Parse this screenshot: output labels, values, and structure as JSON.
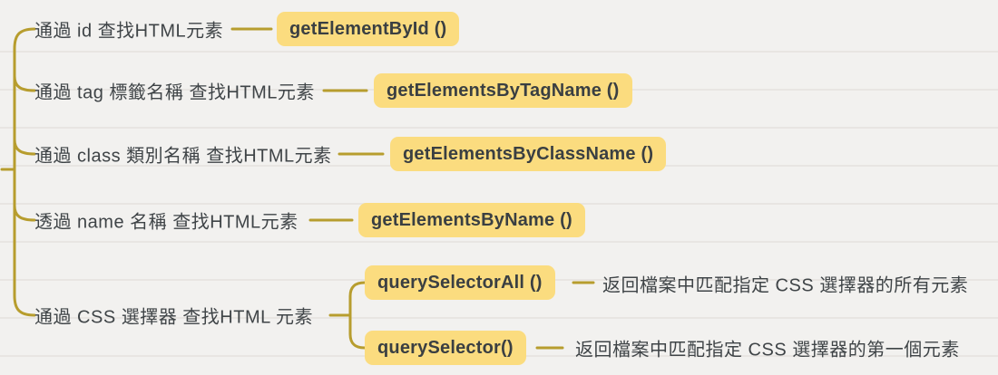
{
  "colors": {
    "background": "#f2f1ef",
    "rule_line": "#e8e5e2",
    "branch_line": "#b79d2e",
    "node_bg": "#fbdc7f",
    "node_text": "#3a3f42",
    "label_text": "#3f4447"
  },
  "mindmap": {
    "branches": [
      {
        "label": "通過 id 查找HTML元素",
        "method": "getElementById ()"
      },
      {
        "label": "通過 tag 標籤名稱 查找HTML元素",
        "method": "getElementsByTagName ()"
      },
      {
        "label": "通過 class 類別名稱 查找HTML元素",
        "method": "getElementsByClassName ()"
      },
      {
        "label": "透過 name 名稱 查找HTML元素",
        "method": "getElementsByName ()"
      },
      {
        "label": "通過 CSS 選擇器 查找HTML 元素",
        "children": [
          {
            "method": "querySelectorAll ()",
            "description": "返回檔案中匹配指定 CSS 選擇器的所有元素"
          },
          {
            "method": "querySelector()",
            "description": "返回檔案中匹配指定 CSS 選擇器的第一個元素"
          }
        ]
      }
    ]
  }
}
